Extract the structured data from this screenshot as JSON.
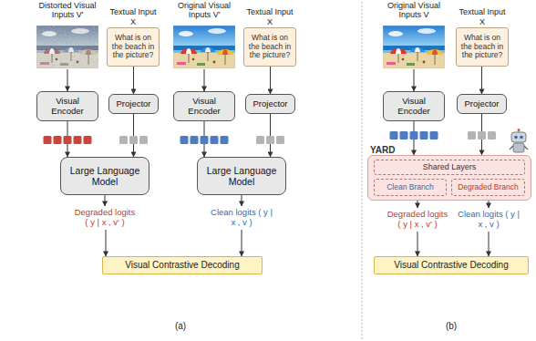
{
  "diagram": {
    "nodes": [
      {
        "text": [
          "Textual Input X",
          "What is on the beach in the picture?"
        ]
      },
      {
        "text": [
          "Visual Encoder"
        ]
      },
      {
        "text": [
          "Projector"
        ]
      },
      {
        "text": [
          "Large Language Model"
        ]
      },
      {
        "text": [
          "Degraded logits ( y | x , v' )"
        ]
      },
      {
        "text": [
          "Textual Input X",
          "What is on the beach in the picture?"
        ]
      },
      {
        "text": [
          "Visual Encoder"
        ]
      },
      {
        "text": [
          "Projector"
        ]
      },
      {
        "text": [
          "Large Language Model"
        ]
      },
      {
        "text": [
          "Clean logits ( y | x , v )"
        ]
      },
      {
        "text": [
          "Visual Contrastive Decoding"
        ]
      },
      {
        "text": [
          "Textual Input X",
          "What is on the beach in the picture?"
        ]
      },
      {
        "text": [
          "Visual Encoder"
        ]
      },
      {
        "text": [
          "Projector"
        ]
      },
      {
        "text": [
          "YARD"
        ]
      },
      {
        "text": [
          "Shared Layers"
        ],
        "in": 14
      },
      {
        "text": [
          "Clean Branch"
        ],
        "in": 14
      },
      {
        "text": [
          "Degraded Branch"
        ],
        "in": 14
      },
      {
        "text": [
          "Degraded logits ( y | x , v' )"
        ]
      },
      {
        "text": [
          "Clean logits ( y | x , v )"
        ]
      },
      {
        "text": [
          "Visual Contrastive Decoding"
        ]
      }
    ],
    "edges": [
      {
        "from": 0,
        "to": 2,
        "arrow": "to"
      },
      {
        "from": 1,
        "to": 3,
        "arrow": "to"
      },
      {
        "from": 2,
        "to": 3,
        "arrow": "to"
      },
      {
        "from": 3,
        "to": 4,
        "arrow": "to"
      },
      {
        "from": 4,
        "to": 10,
        "arrow": "to"
      },
      {
        "from": 5,
        "to": 7,
        "arrow": "to"
      },
      {
        "from": 6,
        "to": 8,
        "arrow": "to"
      },
      {
        "from": 7,
        "to": 8,
        "arrow": "to"
      },
      {
        "from": 8,
        "to": 9,
        "arrow": "to"
      },
      {
        "from": 9,
        "to": 10,
        "arrow": "to"
      },
      {
        "from": 11,
        "to": 13,
        "arrow": "to"
      },
      {
        "from": 12,
        "to": 14,
        "arrow": "to"
      },
      {
        "from": 13,
        "to": 14,
        "arrow": "to"
      },
      {
        "from": 14,
        "to": 18,
        "arrow": "to"
      },
      {
        "from": 14,
        "to": 19,
        "arrow": "to"
      },
      {
        "from": 18,
        "to": 20,
        "arrow": "to"
      },
      {
        "from": 19,
        "to": 20,
        "arrow": "to"
      }
    ],
    "labels": [
      "Distorted Visual Inputs V'",
      "Original Visual Inputs V'",
      "Original Visual Inputs V",
      "(a)",
      "(b)"
    ]
  }
}
